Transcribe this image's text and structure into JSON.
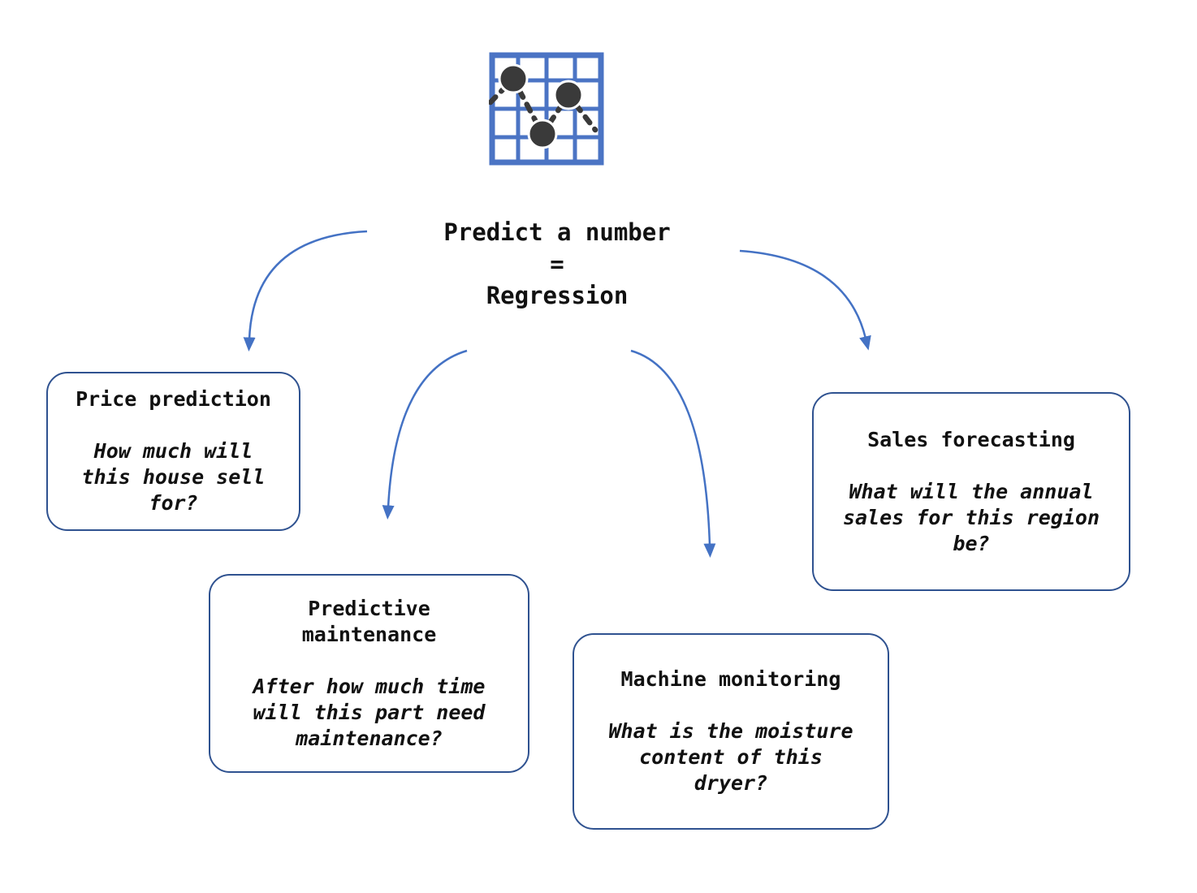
{
  "center": {
    "text": "Predict a number\n=\nRegression"
  },
  "icon": {
    "name": "scatter-line-chart-icon"
  },
  "nodes": [
    {
      "id": "price-prediction",
      "title": "Price prediction",
      "question": "How much will\nthis house sell\nfor?"
    },
    {
      "id": "predictive-maintenance",
      "title": "Predictive\nmaintenance",
      "question": "After how much time\nwill this part need\nmaintenance?"
    },
    {
      "id": "machine-monitoring",
      "title": "Machine monitoring",
      "question": "What is the moisture\ncontent of this\ndryer?"
    },
    {
      "id": "sales-forecasting",
      "title": "Sales forecasting",
      "question": "What will the annual\nsales for this region\nbe?"
    }
  ],
  "colors": {
    "arrow_blue": "#4472C4",
    "box_border": "#2F5290",
    "icon_grid_blue": "#4B74C4",
    "icon_marker_dark": "#3A3A3A",
    "text": "#111111"
  }
}
